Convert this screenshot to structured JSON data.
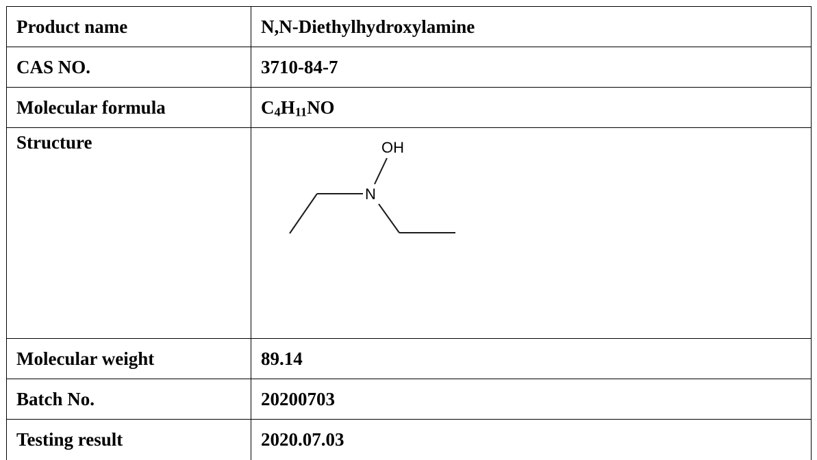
{
  "rows": [
    {
      "label": "Product name",
      "value": "N,N-Diethylhydroxylamine"
    },
    {
      "label": "CAS NO.",
      "value": "3710-84-7"
    },
    {
      "label": "Molecular formula",
      "formula": {
        "c": "C",
        "c_sub": "4",
        "h": "H",
        "h_sub": "11",
        "rest": "NO"
      }
    },
    {
      "label": "Structure",
      "structure": {
        "n_label": "N",
        "oh_label": "OH"
      }
    },
    {
      "label": "Molecular weight",
      "value": "89.14"
    },
    {
      "label": "Batch No.",
      "value": "20200703"
    },
    {
      "label": "Testing result",
      "value": "2020.07.03"
    }
  ]
}
